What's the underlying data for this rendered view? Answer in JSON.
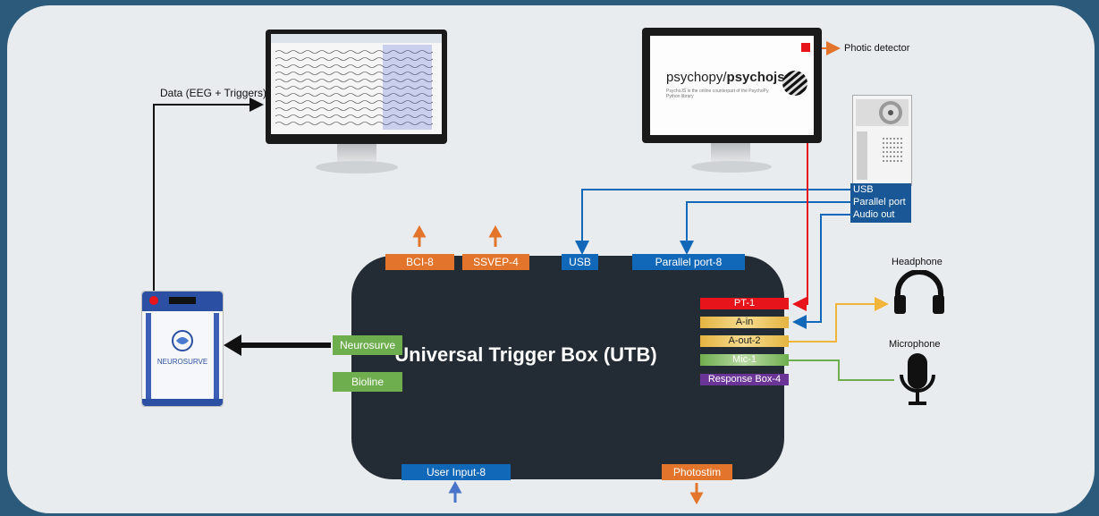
{
  "labels": {
    "data_label": "Data (EEG + Triggers)",
    "photic_detector": "Photic detector",
    "headphone": "Headphone",
    "microphone": "Microphone"
  },
  "utb": {
    "title": "Universal Trigger Box (UTB)"
  },
  "top_ports": {
    "bci": "BCI-8",
    "ssvep": "SSVEP-4",
    "usb": "USB",
    "parallel": "Parallel port-8"
  },
  "left_ports": {
    "neurosurve": "Neurosurve",
    "bioline": "Bioline"
  },
  "right_ports": {
    "pt": "PT-1",
    "ain": "A-in",
    "aout": "A-out-2",
    "mic": "Mic-1",
    "response": "Response Box-4"
  },
  "bottom_ports": {
    "user_input": "User Input-8",
    "photostim": "Photostim"
  },
  "computer_ports": {
    "usb": "USB",
    "parallel": "Parallel port",
    "audio": "Audio out"
  },
  "stim_screen": {
    "title_plain": "psychopy/",
    "title_bold": "psychojs",
    "description": "PsychoJS is the online counterpart of the PsychoPy Python library"
  },
  "device": {
    "name": "NEUROSURVE"
  },
  "colors": {
    "orange": "#e2752b",
    "blue": "#1268b8",
    "green": "#6fae4e",
    "red": "#e8141b",
    "yellow": "#f1c453",
    "purple": "#6b3597",
    "utb": "#232c34",
    "panel": "#e9ecee"
  }
}
